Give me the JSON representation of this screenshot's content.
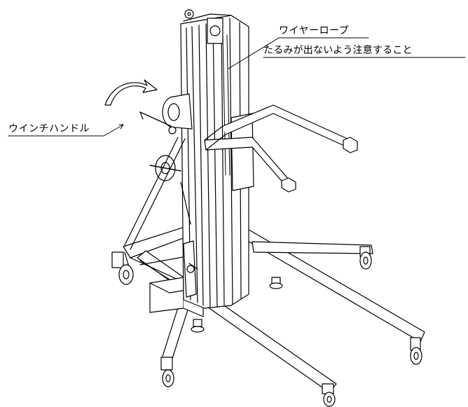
{
  "callouts": {
    "wire_rope_title": "ワイヤーロープ",
    "wire_rope_note": "たるみが出ないよう注意すること",
    "winch_handle": "ウインチハンドル"
  },
  "colors": {
    "line": "#000000",
    "background": "#ffffff"
  }
}
